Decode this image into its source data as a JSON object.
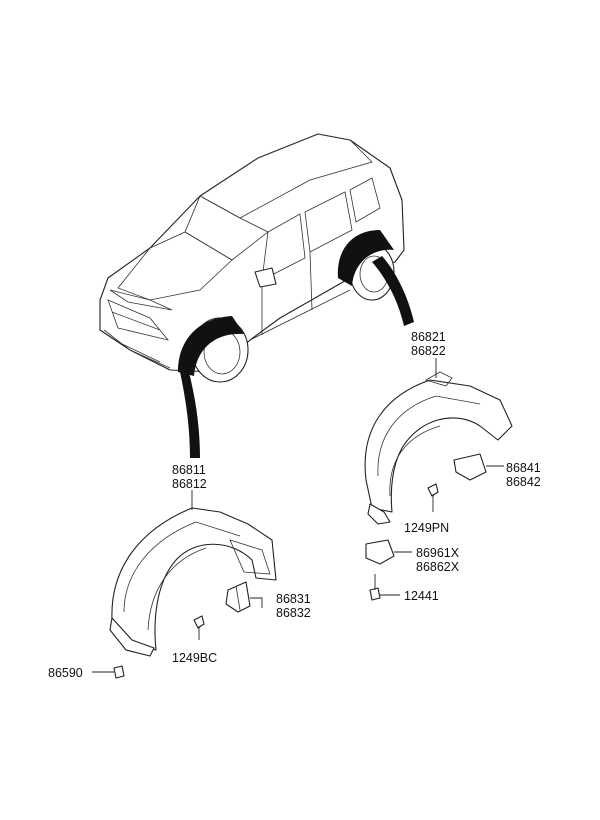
{
  "parts": {
    "front_liner_left": "86811",
    "front_liner_right": "86812",
    "front_guard_left": "86831",
    "front_guard_right": "86832",
    "front_screw": "1249BC",
    "front_bolt": "86590",
    "rear_liner_left": "86821",
    "rear_liner_right": "86822",
    "rear_guard_left": "86841",
    "rear_guard_right": "86842",
    "rear_screw": "1249PN",
    "rear_flap_left": "86961X",
    "rear_flap_right": "86862X",
    "rear_bolt": "12441"
  }
}
